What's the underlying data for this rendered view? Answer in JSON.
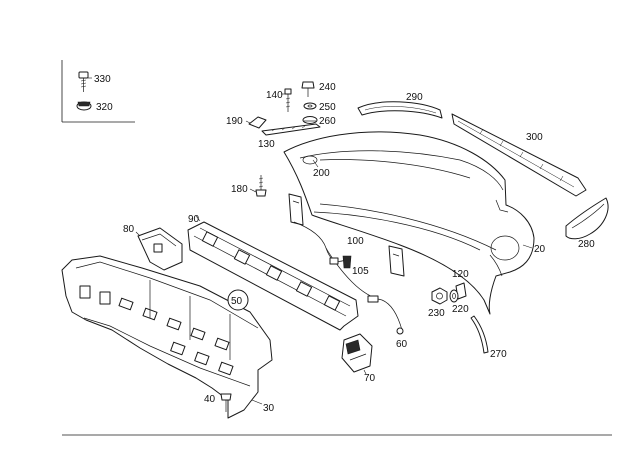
{
  "callouts": {
    "n330": "330",
    "n320": "320",
    "n140": "140",
    "n240": "240",
    "n250": "250",
    "n260": "260",
    "n190": "190",
    "n130": "130",
    "n290": "290",
    "n300": "300",
    "n200": "200",
    "n180": "180",
    "n90": "90",
    "n80": "80",
    "n100": "100",
    "n105": "105",
    "n20": "20",
    "n280": "280",
    "n120": "120",
    "n230": "230",
    "n220": "220",
    "n50": "50",
    "n60": "60",
    "n270": "270",
    "n70": "70",
    "n40": "40",
    "n30": "30"
  },
  "colors": {
    "line": "#1a1a1a",
    "background": "#ffffff"
  }
}
